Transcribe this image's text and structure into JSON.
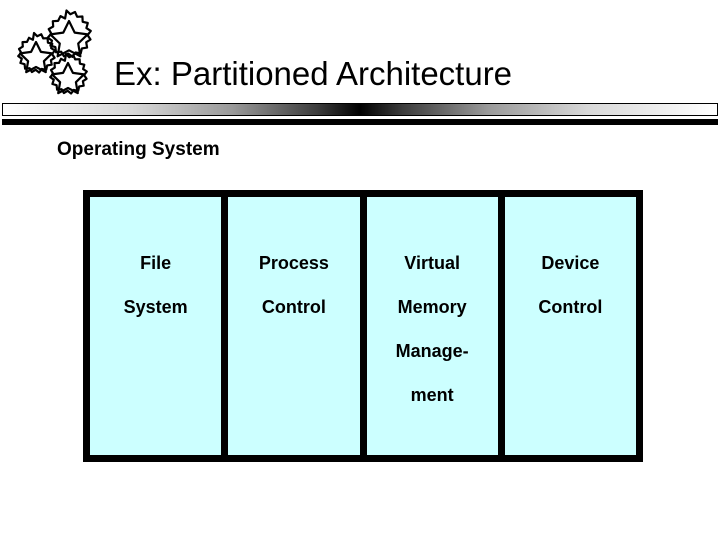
{
  "header": {
    "icon_name": "three-gears-icon",
    "title": "Ex: Partitioned Architecture",
    "rule_gradient_center_color": "#000000",
    "rule_edge_color": "#ffffff"
  },
  "body": {
    "section_label": "Operating System"
  },
  "diagram": {
    "type": "partitioned-architecture",
    "cell_fill_color": "#ccffff",
    "border_color": "#000000",
    "columns": [
      {
        "name": "file-system",
        "lines": [
          "",
          "File",
          "System",
          ""
        ]
      },
      {
        "name": "process-control",
        "lines": [
          "",
          "Process",
          "Control",
          ""
        ]
      },
      {
        "name": "virtual-memory-management",
        "lines": [
          "Virtual",
          "Memory",
          "Manage-",
          "ment"
        ]
      },
      {
        "name": "device-control",
        "lines": [
          "",
          "Device",
          "Control",
          ""
        ]
      }
    ]
  }
}
